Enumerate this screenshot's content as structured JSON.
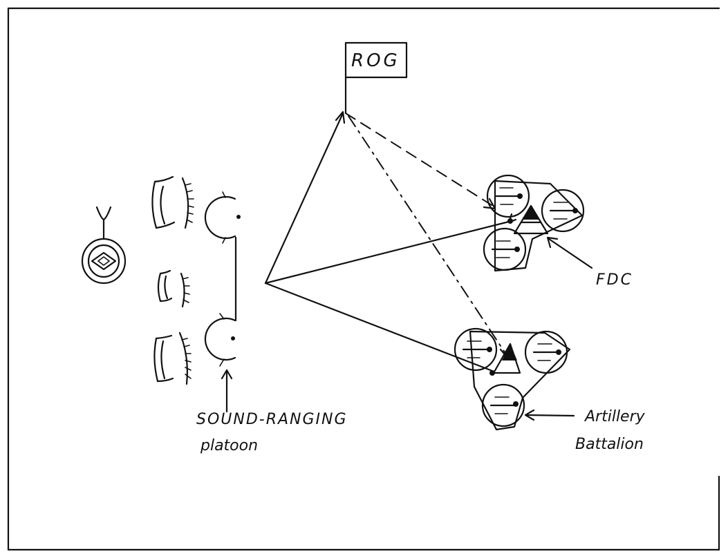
{
  "labels": {
    "rog": "ROG",
    "fdc": "FDC",
    "sound_ranging_line1": "SOUND-RANGING",
    "sound_ranging_line2": "platoon",
    "artillery_line1": "Artillery",
    "artillery_line2": "Battalion"
  },
  "colors": {
    "ink": "#111111",
    "paper": "#ffffff"
  },
  "icons": [
    "enemy-weapon-icon",
    "impact-arc-icon",
    "microphone-position-icon",
    "battery-circle-icon",
    "fire-direction-center-triangle-icon",
    "flag-icon"
  ]
}
